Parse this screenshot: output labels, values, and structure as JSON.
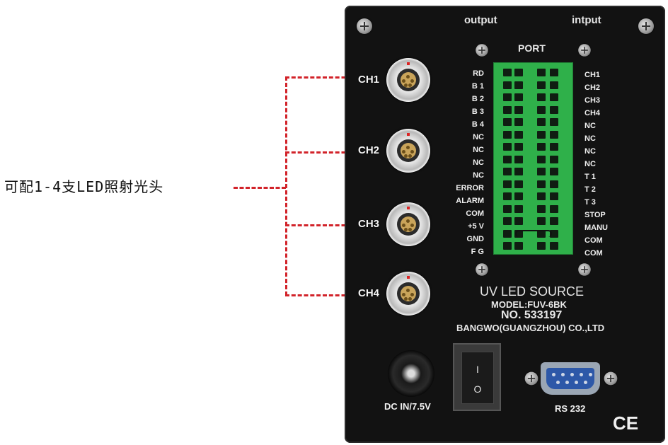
{
  "annotation": {
    "label": "可配1-4支LED照射光头"
  },
  "panel": {
    "output_label": "output",
    "input_label": "intput",
    "port_label": "PORT",
    "output_pins": [
      "RD",
      "B 1",
      "B 2",
      "B 3",
      "B 4",
      "NC",
      "NC",
      "NC",
      "NC",
      "ERROR",
      "ALARM",
      "COM",
      "+5 V",
      "GND",
      "F G"
    ],
    "input_pins": [
      "CH1",
      "CH2",
      "CH3",
      "CH4",
      "NC",
      "NC",
      "NC",
      "NC",
      "T 1",
      "T 2",
      "T 3",
      "STOP",
      "MANU",
      "COM",
      "COM"
    ],
    "channels": [
      "CH1",
      "CH2",
      "CH3",
      "CH4"
    ],
    "product": {
      "name": "UV LED SOURCE",
      "model": "MODEL:FUV-6BK",
      "serial": "NO. 533197",
      "maker": "BANGWO(GUANGZHOU) CO.,LTD"
    },
    "dc_label": "DC IN/7.5V",
    "switch_on": "I",
    "switch_off": "O",
    "rs232_label": "RS 232",
    "ce_mark": "CE"
  },
  "colors": {
    "panel": "#121212",
    "terminal": "#2fb04a",
    "callout": "#d2232a"
  }
}
